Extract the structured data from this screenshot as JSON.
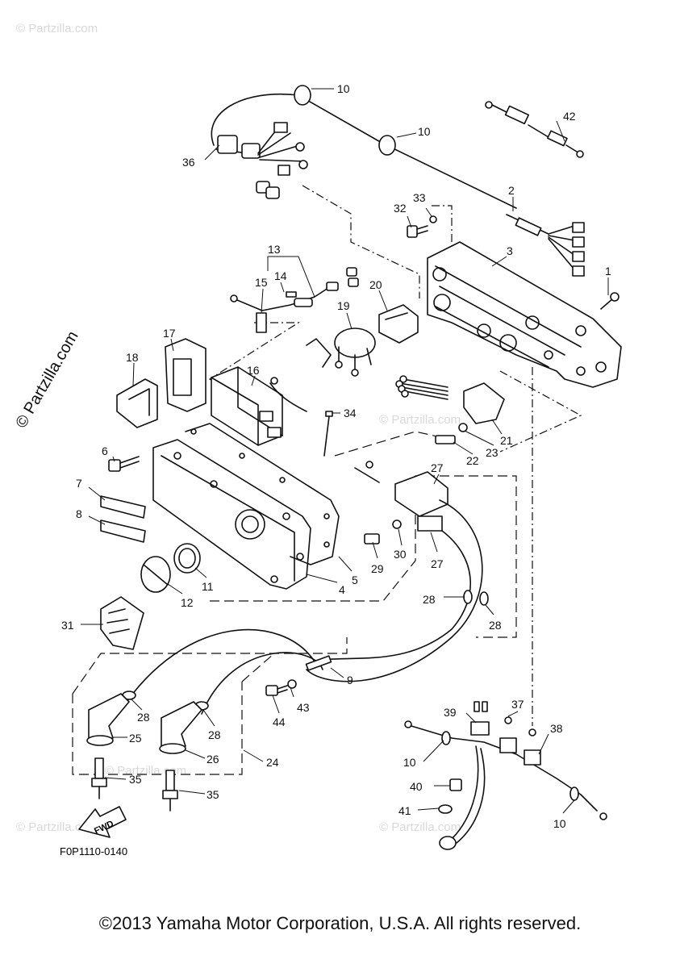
{
  "watermark": {
    "side_text": "© Partzilla.com",
    "faint_text": "© Partzilla.com"
  },
  "diagram_code": "F0P1110-0140",
  "fwd_label": "FWD",
  "copyright": "©2013 Yamaha Motor Corporation, U.S.A. All rights reserved.",
  "callouts": [
    "10",
    "10",
    "42",
    "36",
    "2",
    "33",
    "32",
    "3",
    "1",
    "13",
    "14",
    "15",
    "20",
    "19",
    "17",
    "18",
    "16",
    "34",
    "21",
    "23",
    "22",
    "6",
    "27",
    "7",
    "8",
    "30",
    "27",
    "29",
    "5",
    "4",
    "11",
    "12",
    "28",
    "28",
    "31",
    "9",
    "28",
    "43",
    "44",
    "28",
    "25",
    "26",
    "24",
    "39",
    "37",
    "38",
    "10",
    "35",
    "35",
    "40",
    "41",
    "10"
  ]
}
